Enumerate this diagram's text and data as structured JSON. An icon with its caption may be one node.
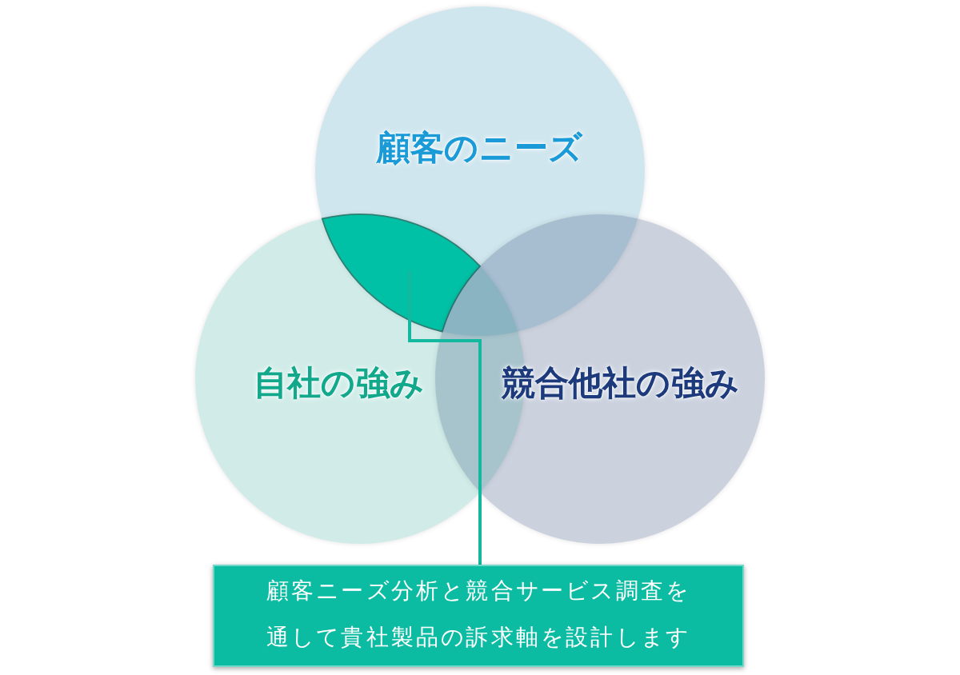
{
  "diagram": {
    "nodes": [
      {
        "text": [
          "顧客のニーズ"
        ]
      },
      {
        "text": [
          "自社の強み"
        ]
      },
      {
        "text": [
          "競合他社の強み"
        ]
      },
      {
        "text": [],
        "shape": "lens"
      },
      {
        "text": [
          "顧客ニーズ分析と競合サービス調査を通して貴社製品の訴求軸を設計します"
        ]
      }
    ],
    "edges": [
      {
        "from": 4,
        "to": 3,
        "arrow": "none"
      }
    ]
  }
}
